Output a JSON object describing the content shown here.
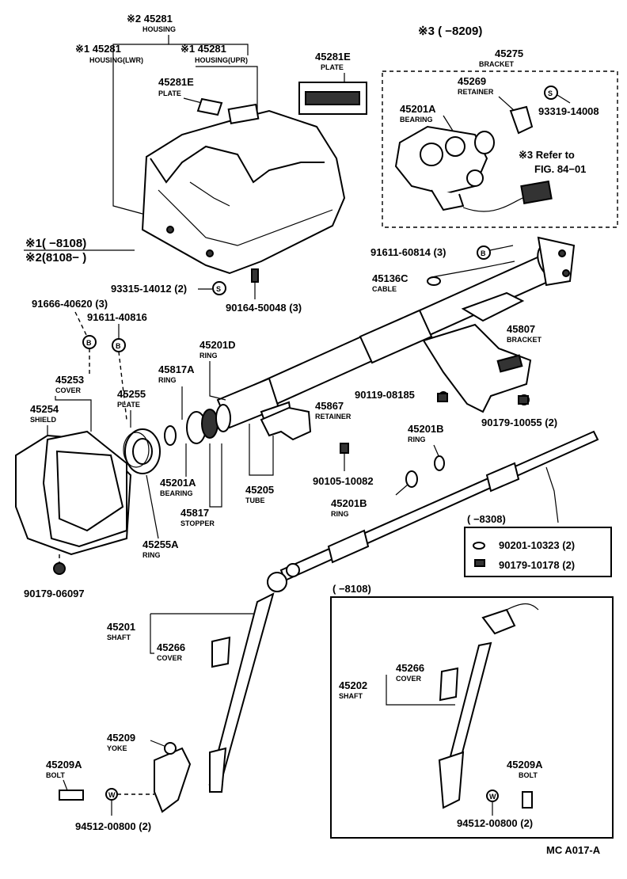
{
  "labels": {
    "housing": {
      "pn": "※2 45281",
      "name": "HOUSING"
    },
    "housing_lwr": {
      "pn": "※1 45281",
      "name": "HOUSING(LWR)"
    },
    "housing_upr": {
      "pn": "※1 45281",
      "name": "HOUSING(UPR)"
    },
    "plate_top": {
      "pn": "45281E",
      "name": "PLATE"
    },
    "plate_housing": {
      "pn": "45281E",
      "name": "PLATE"
    },
    "note3_header": "※3 (        −8209)",
    "bracket_top": {
      "pn": "45275",
      "name": "BRACKET"
    },
    "retainer_top": {
      "pn": "45269",
      "name": "RETAINER"
    },
    "bearing_top": {
      "pn": "45201A",
      "name": "BEARING"
    },
    "screw_93319": "93319-14008",
    "refer_to_1": "※3 Refer to",
    "refer_to_2": "FIG. 84−01",
    "note1": "※1(        −8108)",
    "note2": "※2(8108−        )",
    "bolt_91611_60814": "91611-60814 (3)",
    "cable": {
      "pn": "45136C",
      "name": "CABLE"
    },
    "screw_93315": "93315-14012 (2)",
    "screw_90164": "90164-50048 (3)",
    "bolt_91666": "91666-40620 (3)",
    "bolt_91611_40816": "91611-40816",
    "ring_d": {
      "pn": "45201D",
      "name": "RING"
    },
    "bracket_45807": {
      "pn": "45807",
      "name": "BRACKET"
    },
    "ring_45817a": {
      "pn": "45817A",
      "name": "RING"
    },
    "cover_45253": {
      "pn": "45253",
      "name": "COVER"
    },
    "plate_45255": {
      "pn": "45255",
      "name": "PLATE"
    },
    "shield": {
      "pn": "45254",
      "name": "SHIELD"
    },
    "retainer_45867": {
      "pn": "45867",
      "name": "RETAINER"
    },
    "nut_90119": "90119-08185",
    "nut_90179_10055": "90179-10055 (2)",
    "ring_45201b_top": {
      "pn": "45201B",
      "name": "RING"
    },
    "bearing_45201a": {
      "pn": "45201A",
      "name": "BEARING"
    },
    "tube": {
      "pn": "45205",
      "name": "TUBE"
    },
    "screw_90105": "90105-10082",
    "ring_45201b": {
      "pn": "45201B",
      "name": "RING"
    },
    "stopper": {
      "pn": "45817",
      "name": "STOPPER"
    },
    "ring_45255a": {
      "pn": "45255A",
      "name": "RING"
    },
    "box_8308_header": "(        −8308)",
    "washer_90201": "90201-10323 (2)",
    "nut_90179_10178": "90179-10178 (2)",
    "nut_90179_06097": "90179-06097",
    "box_8108_header": "(        −8108)",
    "shaft_45201": {
      "pn": "45201",
      "name": "SHAFT"
    },
    "cover_45266": {
      "pn": "45266",
      "name": "COVER"
    },
    "cover_45266_box": {
      "pn": "45266",
      "name": "COVER"
    },
    "shaft_45202": {
      "pn": "45202",
      "name": "SHAFT"
    },
    "yoke": {
      "pn": "45209",
      "name": "YOKE"
    },
    "bolt_45209a": {
      "pn": "45209A",
      "name": "BOLT"
    },
    "bolt_45209a_box": {
      "pn": "45209A",
      "name": "BOLT"
    },
    "washer_94512": "94512-00800 (2)",
    "washer_94512_box": "94512-00800 (2)",
    "fig_code": "MC A017-A"
  },
  "symbols": {
    "s": "S",
    "b": "B",
    "w": "W"
  }
}
